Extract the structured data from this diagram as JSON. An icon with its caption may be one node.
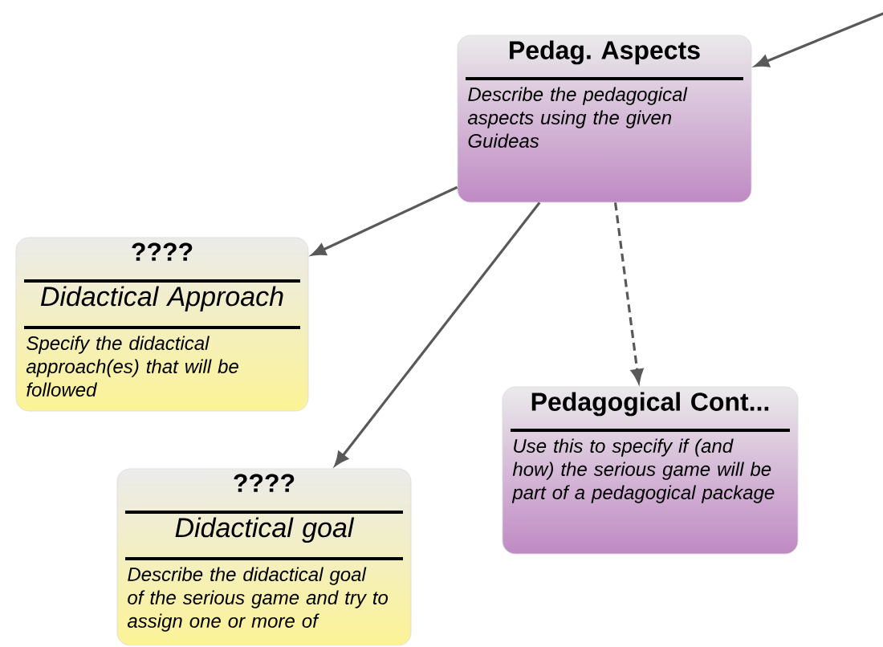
{
  "diagram": {
    "nodes": [
      {
        "text": [
          "Pedag. Aspects",
          "Describe the pedagogical aspects using the given Guideas"
        ]
      },
      {
        "text": [
          "????",
          "Didactical Approach",
          "Specify the didactical approach(es) that will be followed"
        ]
      },
      {
        "text": [
          "Pedagogical Cont...",
          "Use this to specify if (and how) the serious game will be part of a pedagogical package"
        ]
      },
      {
        "text": [
          "????",
          "Didactical goal",
          "Describe the didactical goal of the serious game and try to assign one or more of"
        ]
      }
    ],
    "edges": [
      {
        "from": null,
        "to": 0,
        "arrow": "to"
      },
      {
        "from": 0,
        "to": 1,
        "arrow": "to"
      },
      {
        "from": 0,
        "to": 3,
        "arrow": "to"
      },
      {
        "from": 0,
        "to": 2,
        "arrow": "to",
        "style": "dashed"
      }
    ]
  }
}
